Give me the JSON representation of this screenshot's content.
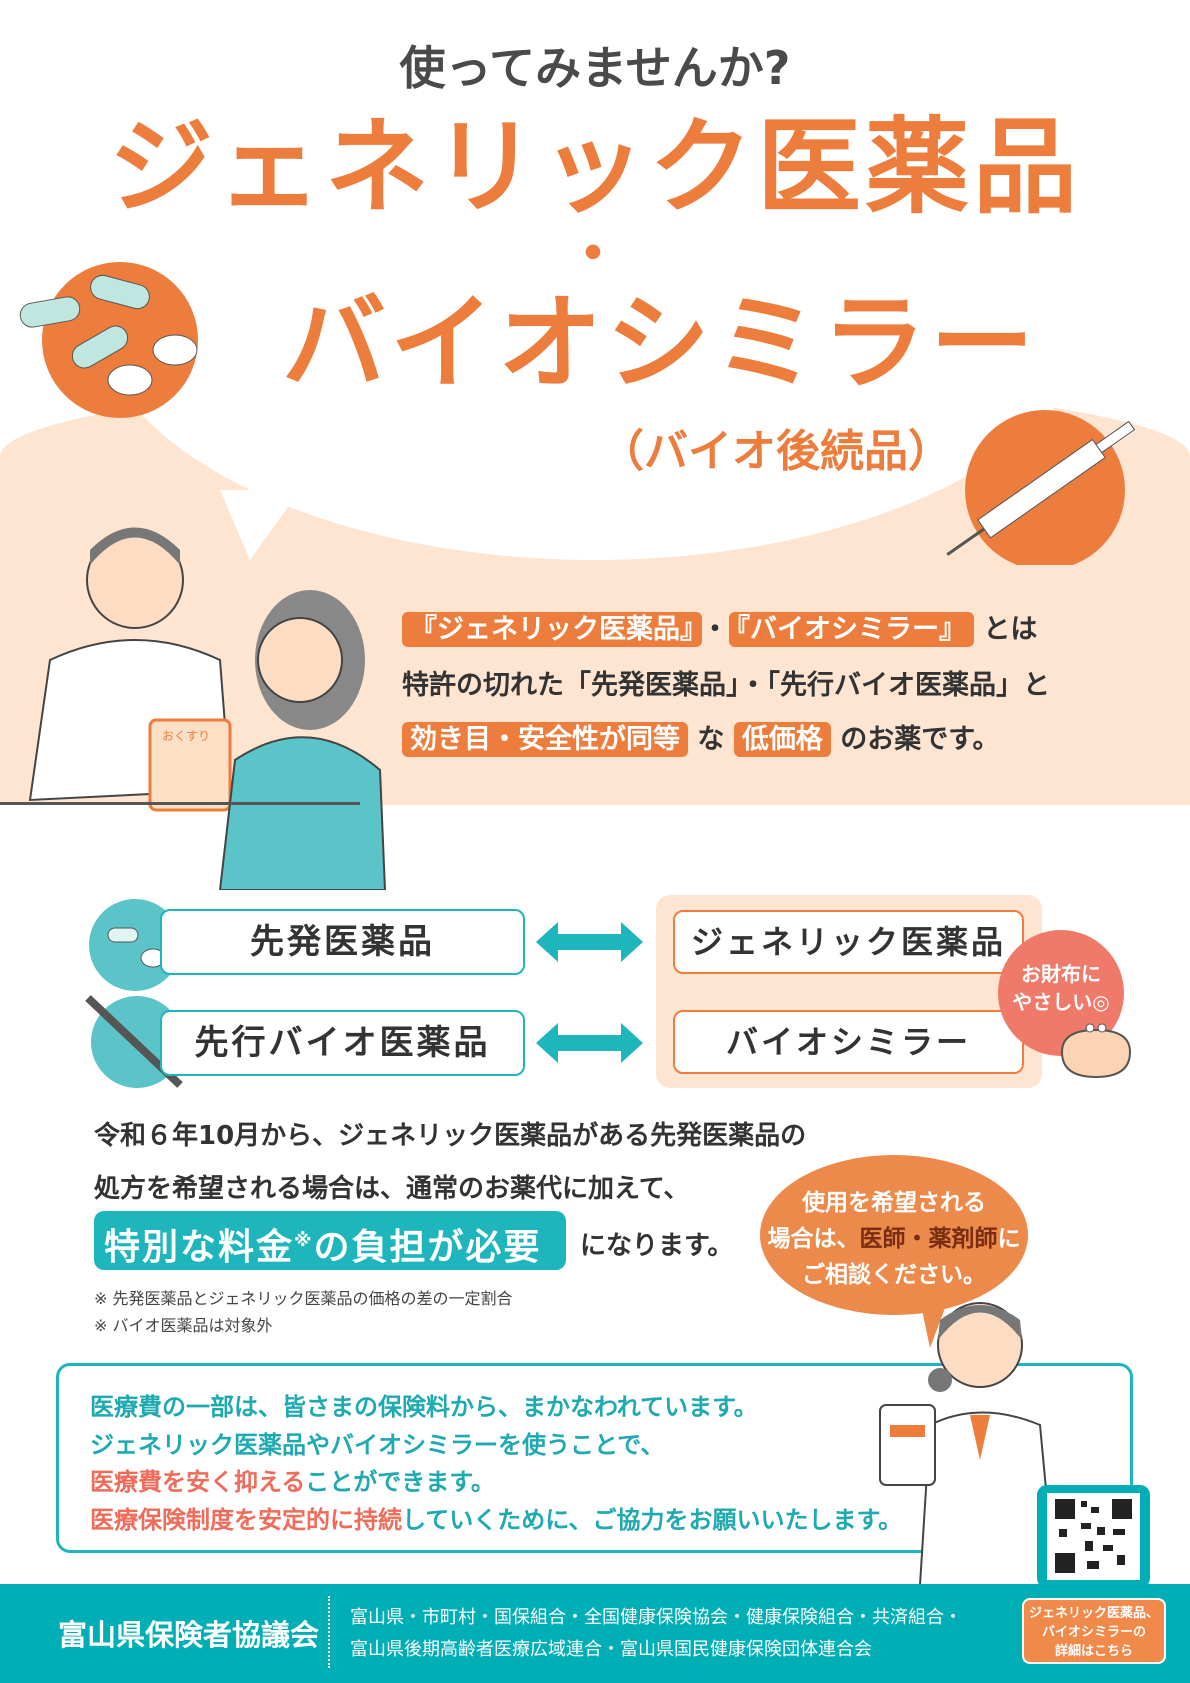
{
  "header": {
    "subtitle": "使ってみませんか?",
    "title_line1": "ジェネリック医薬品",
    "title_dot": "・",
    "title_line2": "バイオシミラー",
    "title_paren": "（バイオ後続品）"
  },
  "illustration": {
    "medicine_bag_label": "おくすり"
  },
  "description": {
    "line1": {
      "hl1": "『ジェネリック医薬品』",
      "sep": "・",
      "hl2": "『バイオシミラー』",
      "tail": "とは"
    },
    "line2": "特許の切れた「先発医薬品」・「先行バイオ医薬品」と",
    "line3": {
      "hl1": "効き目・安全性が同等",
      "mid": "な",
      "hl2": "低価格",
      "tail": "のお薬です。"
    }
  },
  "comparison": {
    "left": [
      "先発医薬品",
      "先行バイオ医薬品"
    ],
    "right": [
      "ジェネリック医薬品",
      "バイオシミラー"
    ],
    "wallet_badge": [
      "お財布に",
      "やさしい◎"
    ]
  },
  "notice": {
    "line1": "令和６年10月から、ジェネリック医薬品がある先発医薬品の",
    "line2": "処方を希望される場合は、通常のお薬代に加えて、",
    "highlight": "特別な料金",
    "highlight_mark": "※",
    "highlight_tail": "の負担が必要",
    "line3_tail": "になります。",
    "notes": [
      "※ 先発医薬品とジェネリック医薬品の価格の差の一定割合",
      "※ バイオ医薬品は対象外"
    ]
  },
  "speech": {
    "line1": "使用を希望される",
    "line2a": "場合は、",
    "line2b": "医師・薬剤師",
    "line2c": "に",
    "line3": "ご相談ください。"
  },
  "info_box": {
    "line1": "医療費の一部は、皆さまの保険料から、まかなわれています。",
    "line2": "ジェネリック医薬品やバイオシミラーを使うことで、",
    "line3_red": "医療費を安く抑える",
    "line3_rest": "ことができます。",
    "line4_red": "医療保険制度を安定的に持続",
    "line4_rest": "していくために、ご協力をお願いいたします。"
  },
  "qr": {
    "label": [
      "ジェネリック医薬品、",
      "バイオシミラーの",
      "詳細はこちら"
    ]
  },
  "footer": {
    "org": "富山県保険者協議会",
    "members_line1": "富山県・市町村・国保組合・全国健康保険協会・健康保険組合・共済組合・",
    "members_line2": "富山県後期高齢者医療広域連合・富山県国民健康保険団体連合会"
  },
  "colors": {
    "orange": "#ec7d3c",
    "teal": "#1fb5bd",
    "peach": "#fde5d2",
    "red": "#ef6b5a"
  }
}
